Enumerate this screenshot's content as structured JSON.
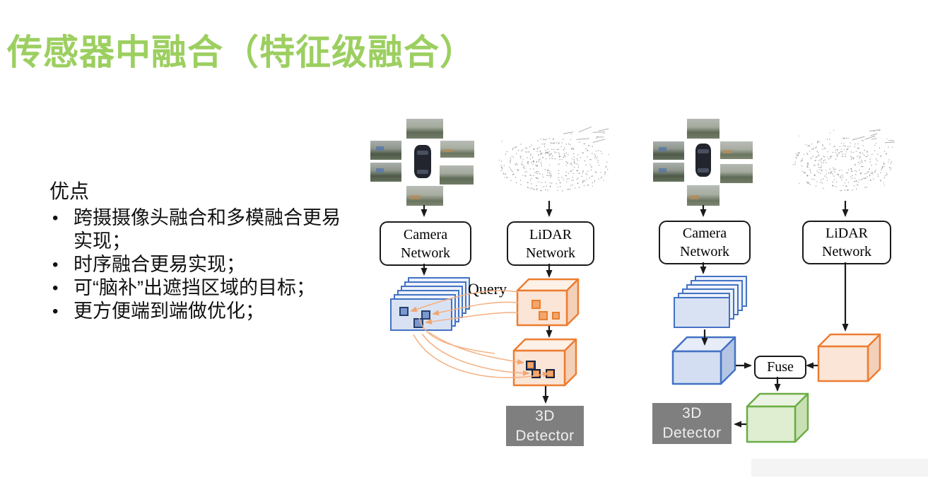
{
  "slide": {
    "title": "传感器中融合（特征级融合）"
  },
  "advantages": {
    "heading": "优点",
    "items": [
      "跨摄摄像头融合和多模融合更易实现；",
      "时序融合更易实现；",
      "可“脑补”出遮挡区域的目标；",
      "更方便端到端做优化；"
    ]
  },
  "left_diagram": {
    "camera_network_line1": "Camera",
    "camera_network_line2": "Network",
    "lidar_network_line1": "LiDAR",
    "lidar_network_line2": "Network",
    "query_label": "Query",
    "detector_line1": "3D",
    "detector_line2": "Detector"
  },
  "right_diagram": {
    "camera_network_line1": "Camera",
    "camera_network_line2": "Network",
    "lidar_network_line1": "LiDAR",
    "lidar_network_line2": "Network",
    "fuse_label": "Fuse",
    "detector_line1": "3D",
    "detector_line2": "Detector"
  },
  "colors": {
    "title_green": "#9CCF60",
    "blue_border": "#4472C4",
    "blue_fill": "#D9E2F3",
    "orange_border": "#ED7D31",
    "orange_fill": "#FBE5D6",
    "green_border": "#6BAD46",
    "green_fill": "#DFEDD0",
    "detector_gray": "#7F7F7F",
    "query_arrow": "#F5B183"
  }
}
